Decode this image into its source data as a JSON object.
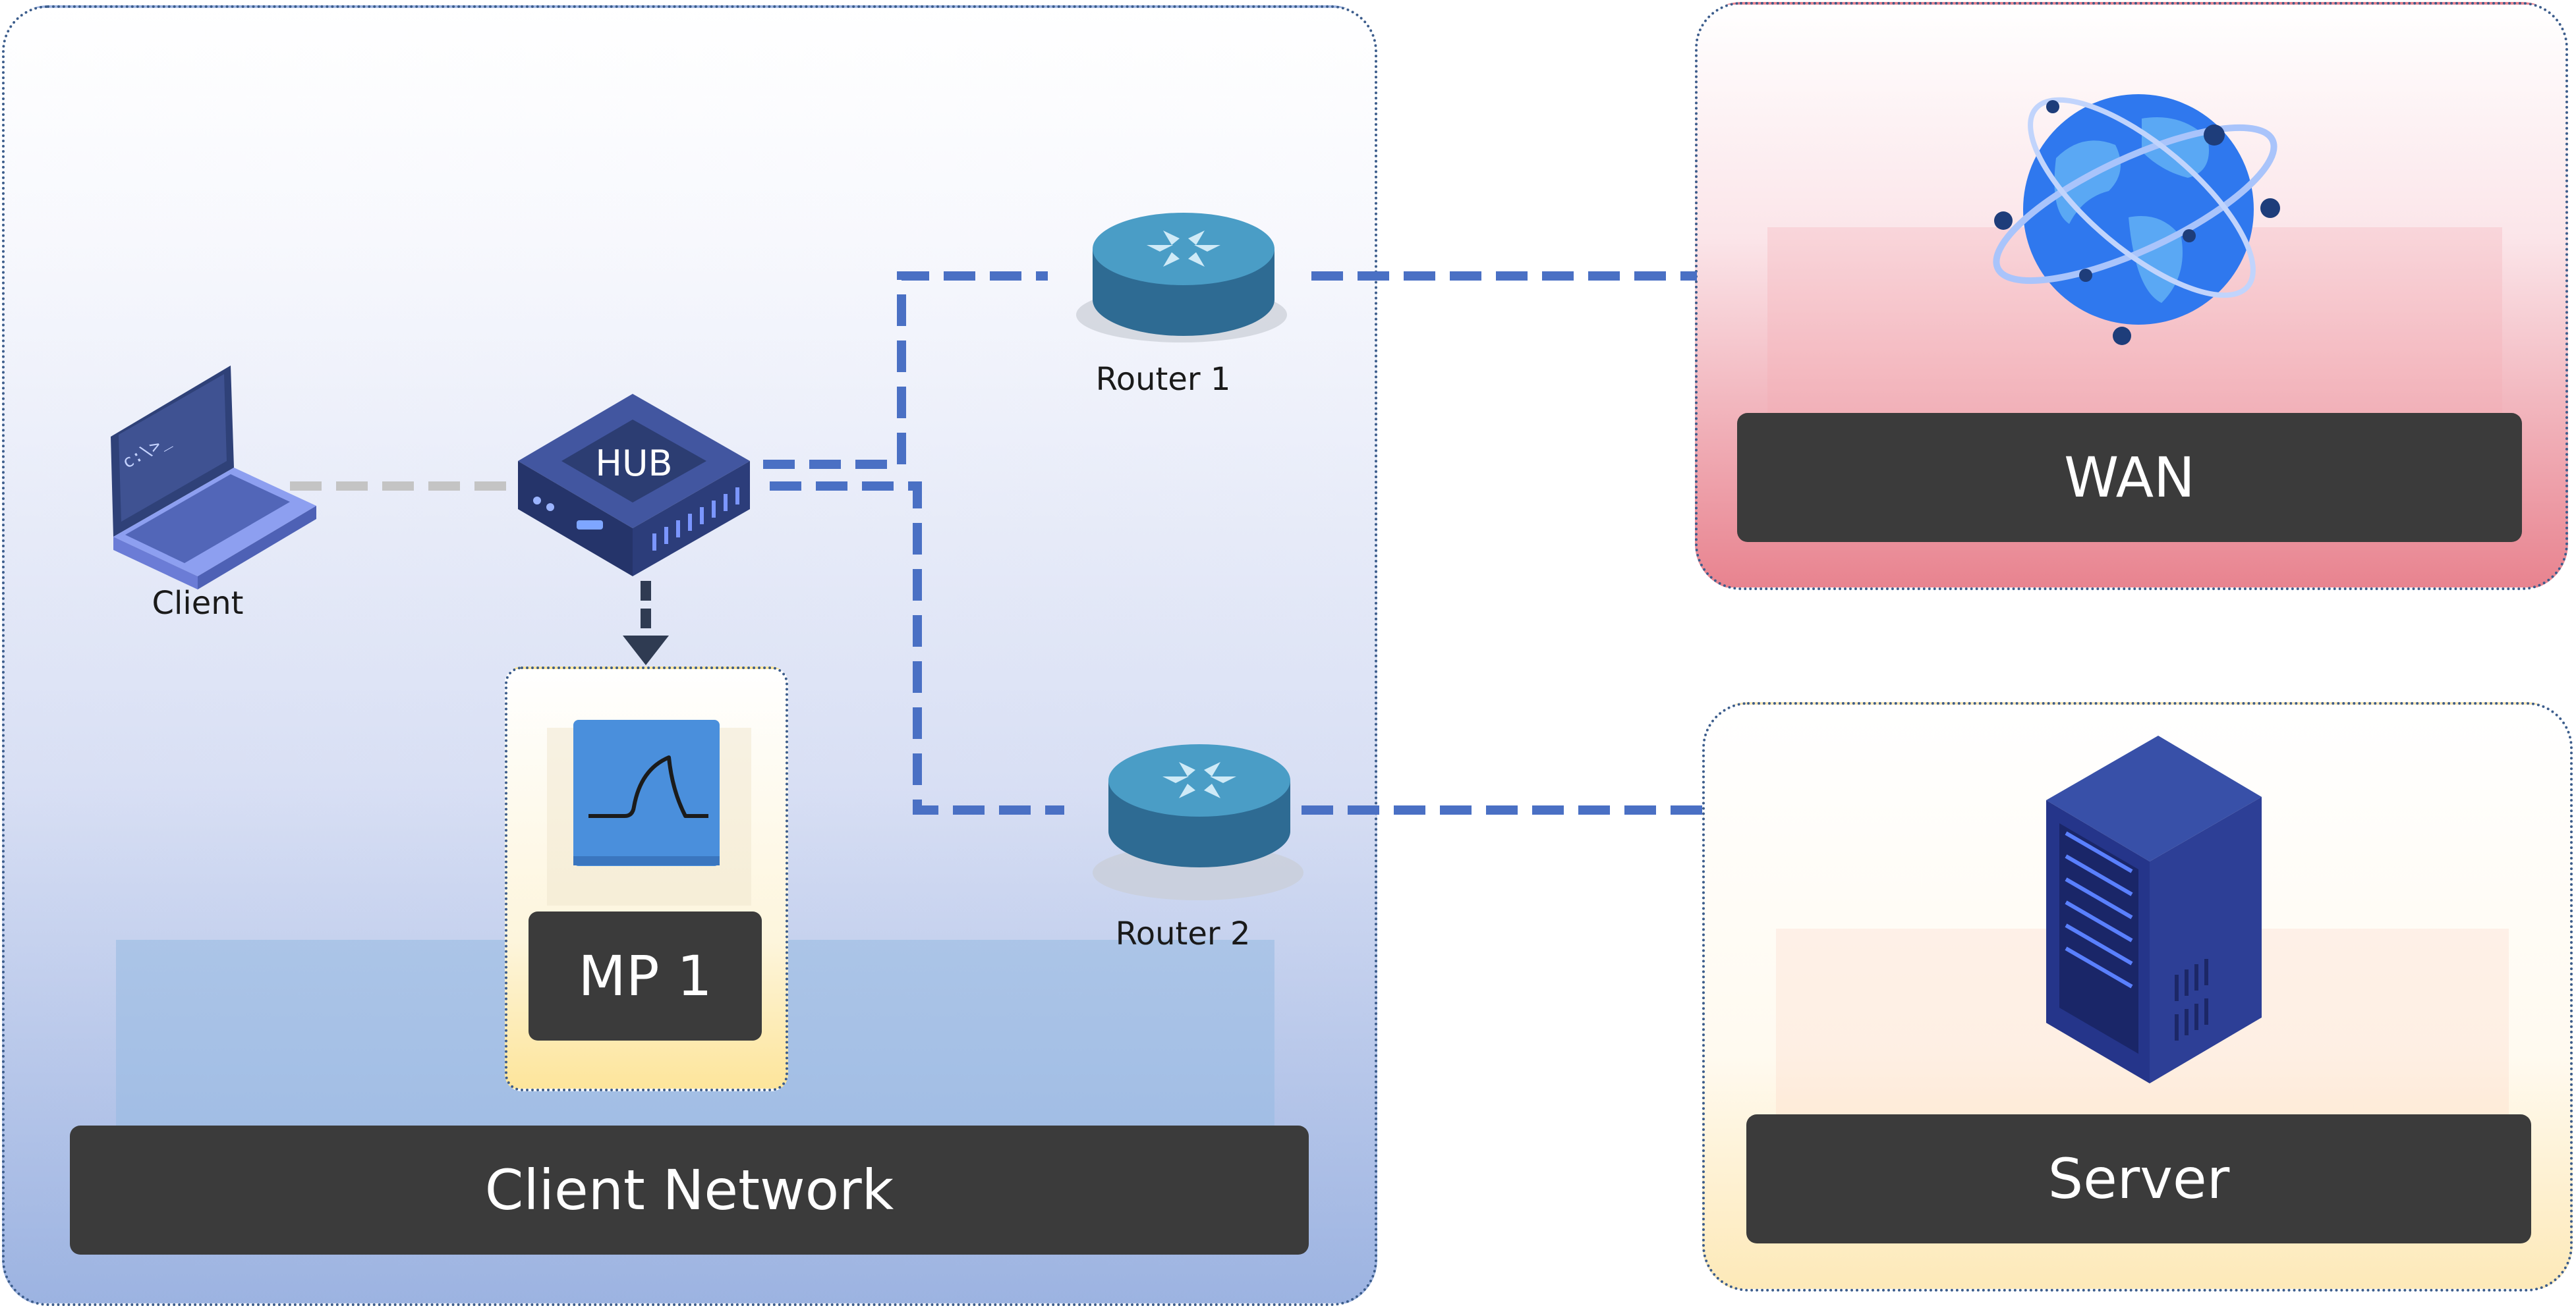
{
  "zones": {
    "client_network": {
      "label": "Client Network"
    },
    "wan": {
      "label": "WAN"
    },
    "server": {
      "label": "Server"
    },
    "mp": {
      "label": "MP 1"
    }
  },
  "devices": {
    "client": {
      "caption": "Client",
      "screen_text": "c:\\>_"
    },
    "hub": {
      "label": "HUB"
    },
    "router1": {
      "caption": "Router 1"
    },
    "router2": {
      "caption": "Router 2"
    }
  },
  "colors": {
    "link_blue": "#4a70c4",
    "link_gray": "#c4c4c4",
    "arrow_dark": "#2f3b52",
    "label_box": "#3b3b3b",
    "router_body": "#2e6b93",
    "hub_body": "#2c3d72",
    "mp_icon": "#4a8fdc"
  },
  "icons": {
    "client": "laptop-icon",
    "hub": "hub-icon",
    "router": "router-icon",
    "wan": "globe-icon",
    "server": "server-rack-icon",
    "mp": "capture-waveform-icon"
  }
}
